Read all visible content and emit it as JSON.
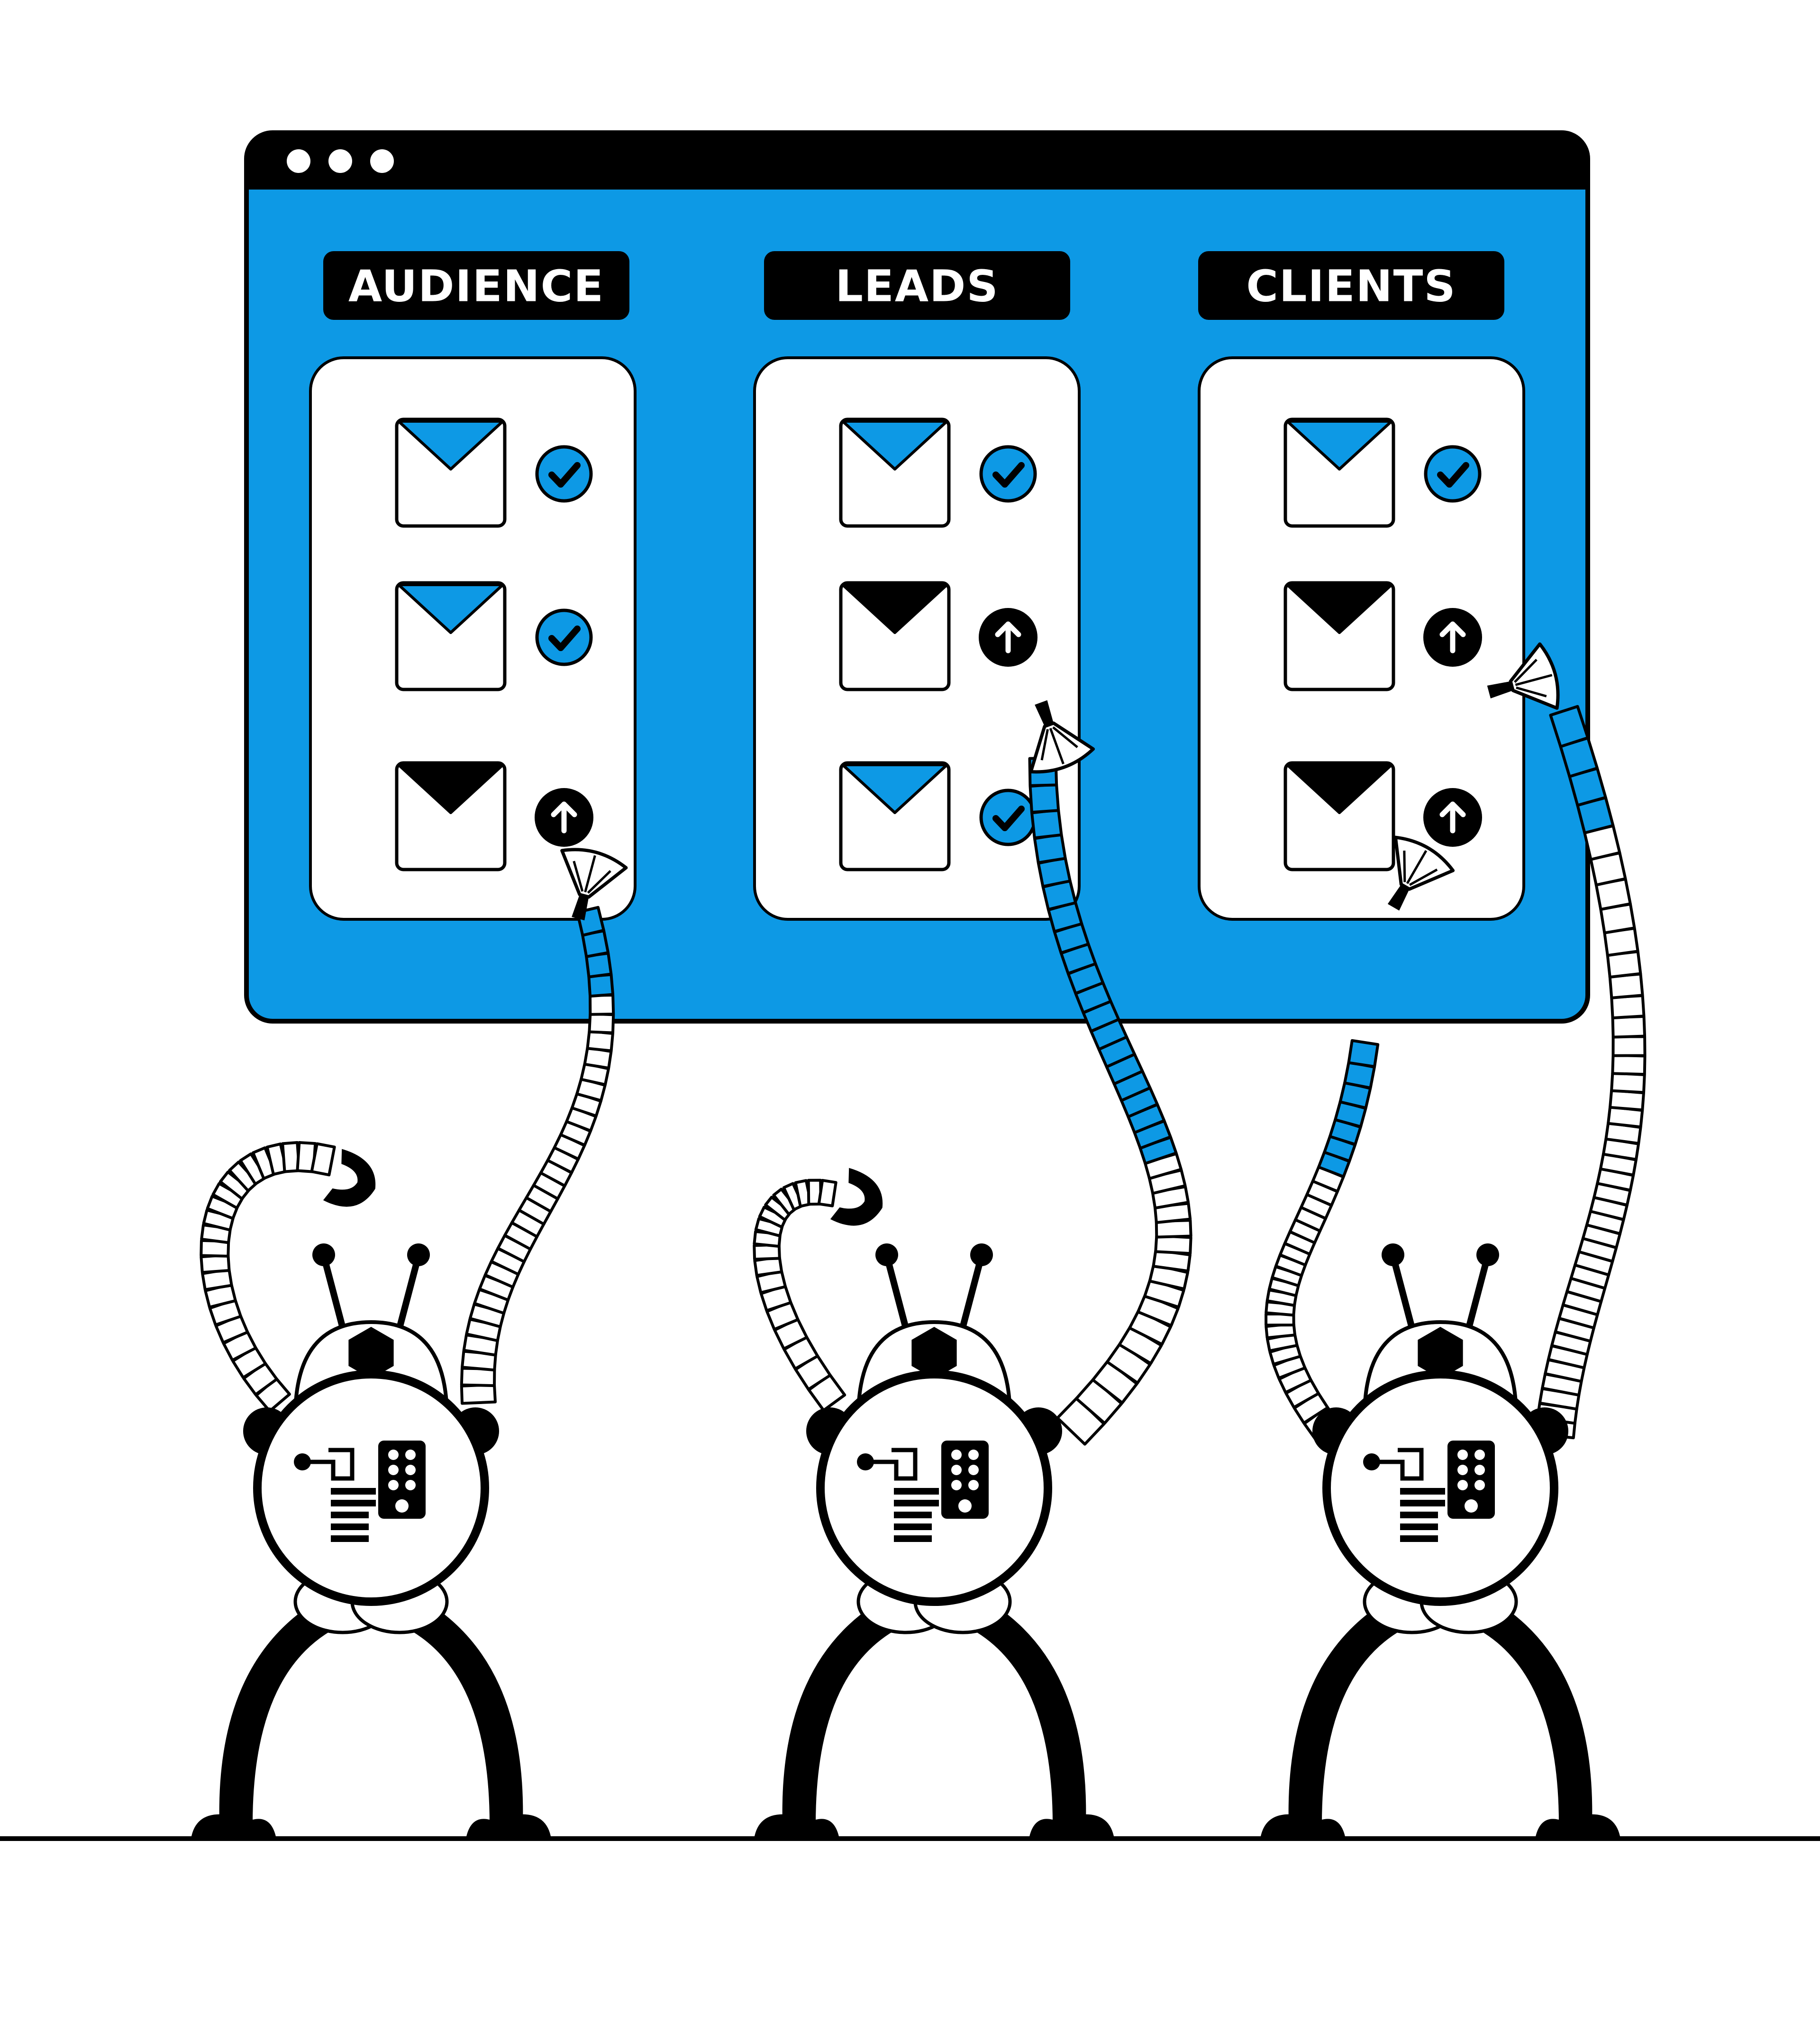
{
  "colors": {
    "accent": "#0D99E5",
    "ink": "#000000",
    "paper": "#FFFFFF"
  },
  "window": {
    "controls": [
      "dot",
      "dot",
      "dot"
    ]
  },
  "columns": [
    {
      "title": "AUDIENCE",
      "items": [
        {
          "envelope": "read",
          "status": "check-icon"
        },
        {
          "envelope": "read",
          "status": "check-icon"
        },
        {
          "envelope": "unread",
          "status": "arrow-up-icon"
        }
      ]
    },
    {
      "title": "LEADS",
      "items": [
        {
          "envelope": "read",
          "status": "check-icon"
        },
        {
          "envelope": "unread",
          "status": "arrow-up-icon"
        },
        {
          "envelope": "read",
          "status": "check-icon"
        }
      ]
    },
    {
      "title": "CLIENTS",
      "items": [
        {
          "envelope": "read",
          "status": "check-icon"
        },
        {
          "envelope": "unread",
          "status": "arrow-up-icon"
        },
        {
          "envelope": "unread",
          "status": "arrow-up-icon"
        }
      ]
    }
  ],
  "robots": [
    {
      "name": "robot-1"
    },
    {
      "name": "robot-2"
    },
    {
      "name": "robot-3"
    }
  ]
}
